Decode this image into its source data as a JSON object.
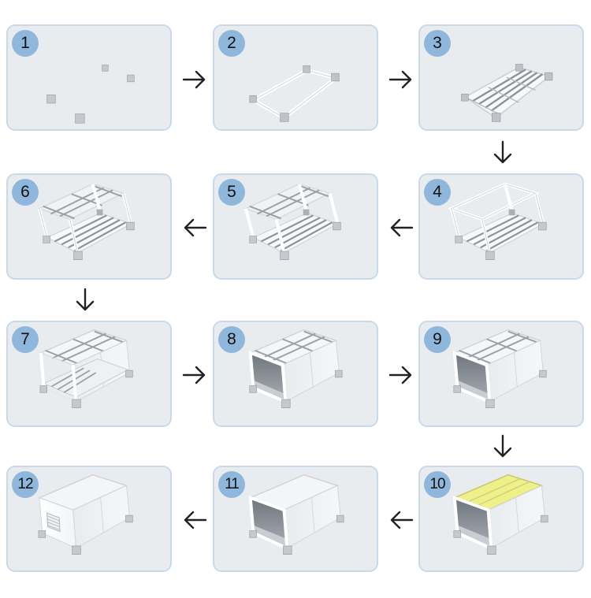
{
  "steps": [
    {
      "number": "1"
    },
    {
      "number": "2"
    },
    {
      "number": "3"
    },
    {
      "number": "4"
    },
    {
      "number": "5"
    },
    {
      "number": "6"
    },
    {
      "number": "7"
    },
    {
      "number": "8"
    },
    {
      "number": "9"
    },
    {
      "number": "10"
    },
    {
      "number": "11"
    },
    {
      "number": "12"
    }
  ],
  "colors": {
    "panel_bg": "#e9ecef",
    "panel_border": "#c9d9ec",
    "badge": "#8fb7dc",
    "insulation": "#eef08a",
    "arrow": "#222222"
  }
}
